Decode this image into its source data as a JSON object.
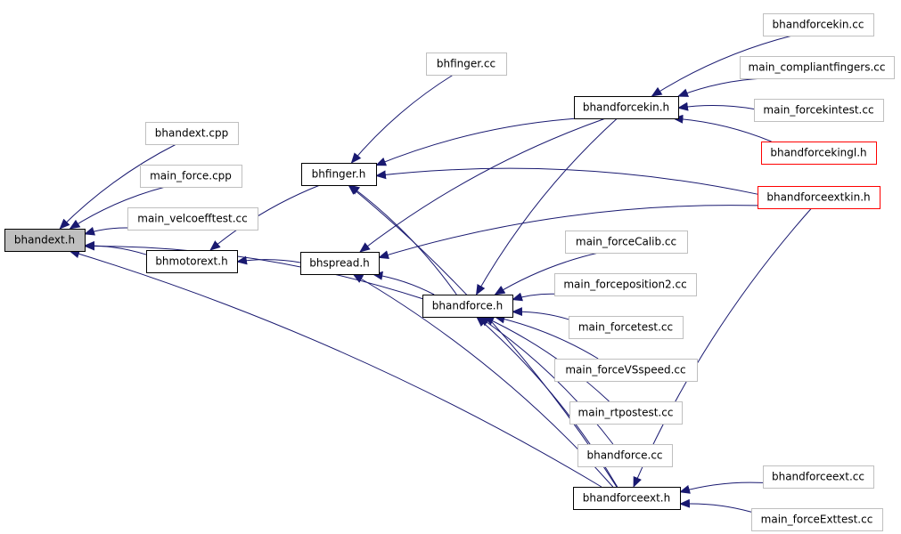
{
  "colors": {
    "edge": "#191970",
    "box_root_fill": "#bfbfbf",
    "box_black": "#000000",
    "box_gray": "#bfbfbf",
    "box_red": "#ff0000",
    "background": "#ffffff"
  },
  "nodes": [
    {
      "id": "bhandext_h",
      "label": "bhandext.h",
      "style": "root"
    },
    {
      "id": "bhandext_cpp",
      "label": "bhandext.cpp",
      "style": "gray"
    },
    {
      "id": "main_force_cpp",
      "label": "main_force.cpp",
      "style": "gray"
    },
    {
      "id": "main_velcoefftest_cc",
      "label": "main_velcoefftest.cc",
      "style": "gray"
    },
    {
      "id": "bhmotorext_h",
      "label": "bhmotorext.h",
      "style": "black"
    },
    {
      "id": "bhfinger_h",
      "label": "bhfinger.h",
      "style": "black"
    },
    {
      "id": "bhfinger_cc",
      "label": "bhfinger.cc",
      "style": "gray"
    },
    {
      "id": "bhspread_h",
      "label": "bhspread.h",
      "style": "black"
    },
    {
      "id": "bhandforce_h",
      "label": "bhandforce.h",
      "style": "black"
    },
    {
      "id": "bhandforcekin_h",
      "label": "bhandforcekin.h",
      "style": "black"
    },
    {
      "id": "bhandforcekin_cc",
      "label": "bhandforcekin.cc",
      "style": "gray"
    },
    {
      "id": "main_compliantfingers_cc",
      "label": "main_compliantfingers.cc",
      "style": "gray"
    },
    {
      "id": "main_forcekintest_cc",
      "label": "main_forcekintest.cc",
      "style": "gray"
    },
    {
      "id": "bhandforcekingl_h",
      "label": "bhandforcekingl.h",
      "style": "red"
    },
    {
      "id": "bhandforceextkin_h",
      "label": "bhandforceextkin.h",
      "style": "red"
    },
    {
      "id": "main_forceCalib_cc",
      "label": "main_forceCalib.cc",
      "style": "gray"
    },
    {
      "id": "main_forceposition2_cc",
      "label": "main_forceposition2.cc",
      "style": "gray"
    },
    {
      "id": "main_forcetest_cc",
      "label": "main_forcetest.cc",
      "style": "gray"
    },
    {
      "id": "main_forceVSspeed_cc",
      "label": "main_forceVSspeed.cc",
      "style": "gray"
    },
    {
      "id": "main_rtpostest_cc",
      "label": "main_rtpostest.cc",
      "style": "gray"
    },
    {
      "id": "bhandforce_cc",
      "label": "bhandforce.cc",
      "style": "gray"
    },
    {
      "id": "bhandforceext_h",
      "label": "bhandforceext.h",
      "style": "black"
    },
    {
      "id": "bhandforceext_cc",
      "label": "bhandforceext.cc",
      "style": "gray"
    },
    {
      "id": "main_forceExttest_cc",
      "label": "main_forceExttest.cc",
      "style": "gray"
    }
  ],
  "edges": [
    {
      "from": "bhandext_cpp",
      "to": "bhandext_h"
    },
    {
      "from": "main_force_cpp",
      "to": "bhandext_h"
    },
    {
      "from": "main_velcoefftest_cc",
      "to": "bhandext_h"
    },
    {
      "from": "bhmotorext_h",
      "to": "bhandext_h"
    },
    {
      "from": "bhandforce_h",
      "to": "bhandext_h"
    },
    {
      "from": "bhandforceext_h",
      "to": "bhandext_h"
    },
    {
      "from": "bhfinger_h",
      "to": "bhmotorext_h"
    },
    {
      "from": "bhspread_h",
      "to": "bhmotorext_h"
    },
    {
      "from": "bhfinger_cc",
      "to": "bhfinger_h"
    },
    {
      "from": "bhandforcekin_h",
      "to": "bhfinger_h"
    },
    {
      "from": "bhandforceextkin_h",
      "to": "bhfinger_h"
    },
    {
      "from": "bhandforce_h",
      "to": "bhfinger_h"
    },
    {
      "from": "bhandforceext_h",
      "to": "bhfinger_h"
    },
    {
      "from": "bhandforcekin_h",
      "to": "bhspread_h"
    },
    {
      "from": "bhandforceextkin_h",
      "to": "bhspread_h"
    },
    {
      "from": "bhandforce_h",
      "to": "bhspread_h"
    },
    {
      "from": "bhandforceext_h",
      "to": "bhspread_h"
    },
    {
      "from": "bhandforcekin_h",
      "to": "bhandforce_h"
    },
    {
      "from": "main_forceCalib_cc",
      "to": "bhandforce_h"
    },
    {
      "from": "main_forceposition2_cc",
      "to": "bhandforce_h"
    },
    {
      "from": "main_forcetest_cc",
      "to": "bhandforce_h"
    },
    {
      "from": "main_forceVSspeed_cc",
      "to": "bhandforce_h"
    },
    {
      "from": "main_rtpostest_cc",
      "to": "bhandforce_h"
    },
    {
      "from": "bhandforce_cc",
      "to": "bhandforce_h"
    },
    {
      "from": "bhandforceext_h",
      "to": "bhandforce_h"
    },
    {
      "from": "bhandforcekin_cc",
      "to": "bhandforcekin_h"
    },
    {
      "from": "main_compliantfingers_cc",
      "to": "bhandforcekin_h"
    },
    {
      "from": "main_forcekintest_cc",
      "to": "bhandforcekin_h"
    },
    {
      "from": "bhandforcekingl_h",
      "to": "bhandforcekin_h"
    },
    {
      "from": "bhandforceextkin_h",
      "to": "bhandforceext_h"
    },
    {
      "from": "bhandforceext_cc",
      "to": "bhandforceext_h"
    },
    {
      "from": "main_forceExttest_cc",
      "to": "bhandforceext_h"
    }
  ]
}
